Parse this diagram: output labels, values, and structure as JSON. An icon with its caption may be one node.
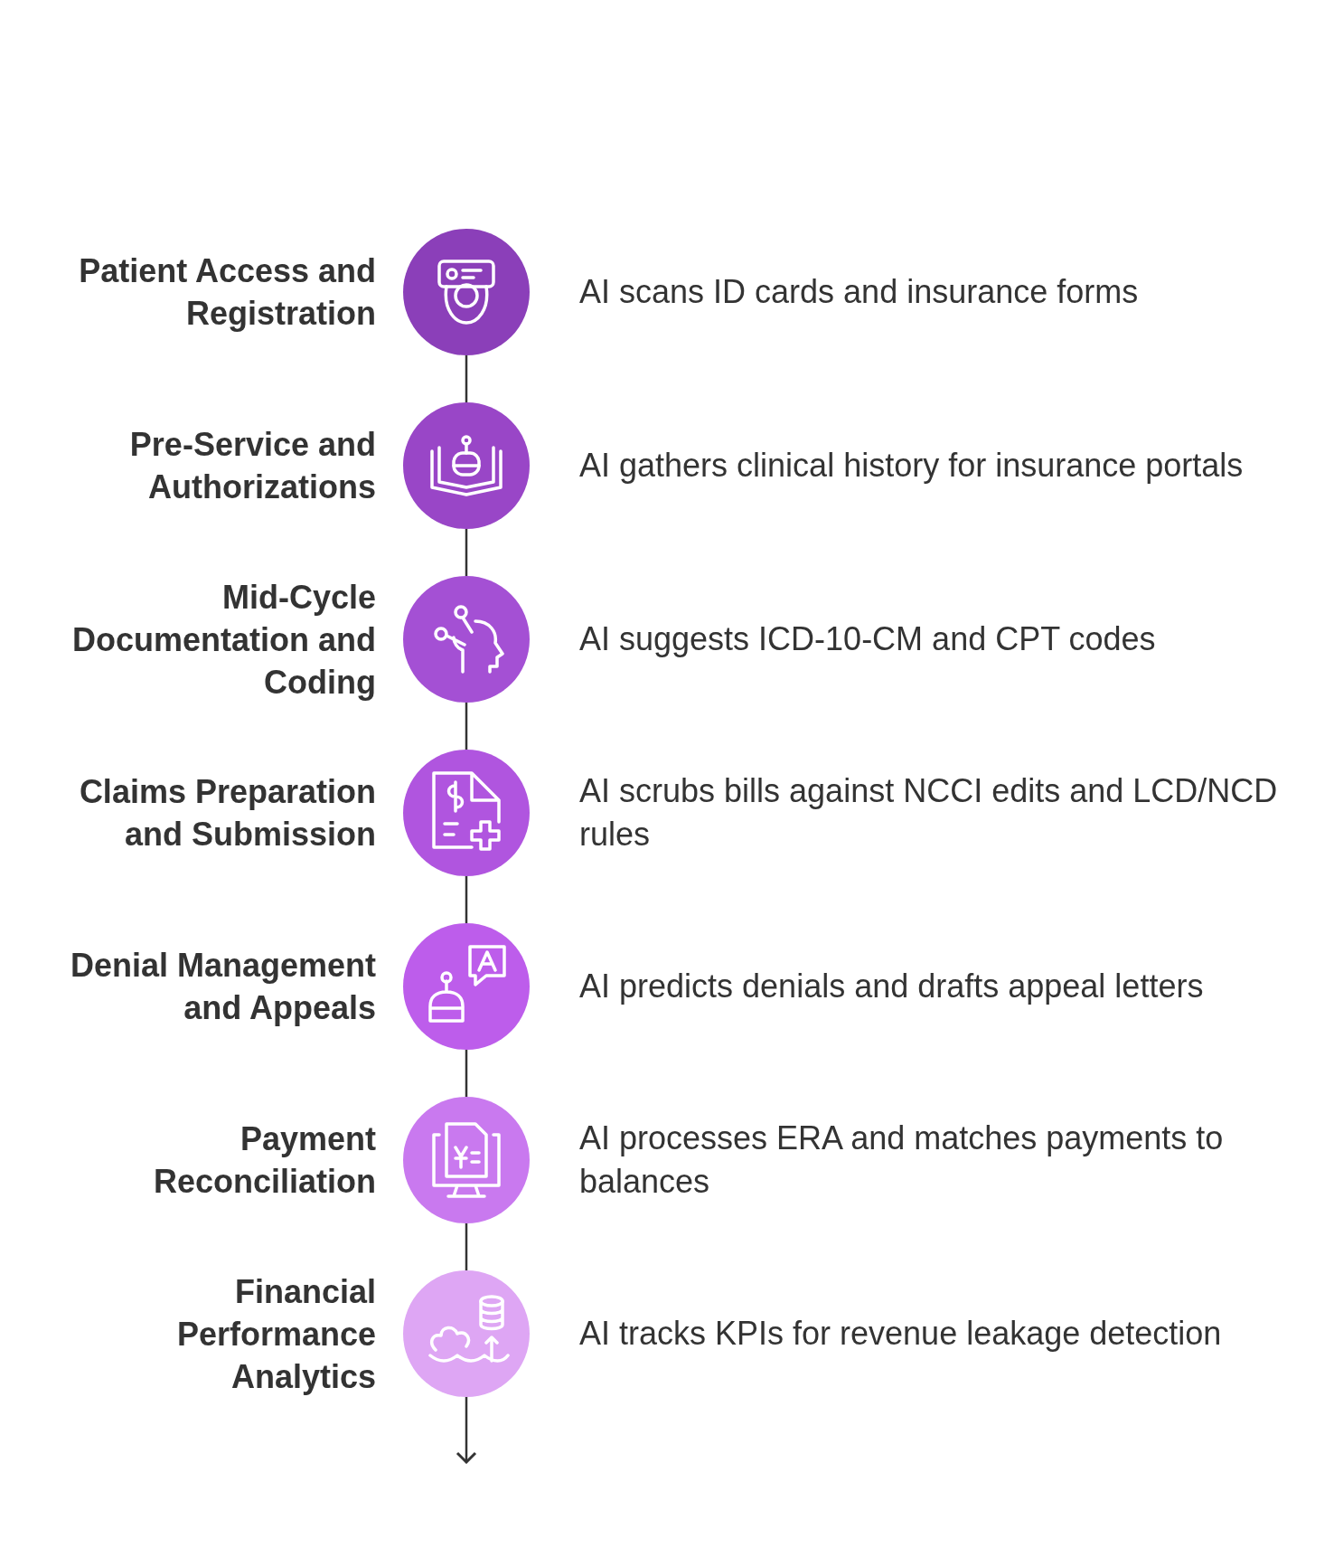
{
  "diagram": {
    "nodes": [
      {
        "text": [
          "Patient Access and Registration"
        ],
        "beside": [
          "AI scans ID cards and insurance forms"
        ]
      },
      {
        "text": [
          "Pre-Service and Authorizations"
        ],
        "beside": [
          "AI gathers clinical history for insurance portals"
        ]
      },
      {
        "text": [
          "Mid-Cycle Documentation and Coding"
        ],
        "beside": [
          "AI suggests ICD-10-CM and CPT codes"
        ]
      },
      {
        "text": [
          "Claims Preparation and Submission"
        ],
        "beside": [
          "AI scrubs bills against NCCI edits and LCD/NCD rules"
        ]
      },
      {
        "text": [
          "Denial Management and Appeals"
        ],
        "beside": [
          "AI predicts denials and drafts appeal letters"
        ]
      },
      {
        "text": [
          "Payment Reconciliation"
        ],
        "beside": [
          "AI processes ERA and matches payments to balances"
        ]
      },
      {
        "text": [
          "Financial Performance Analytics"
        ],
        "beside": [
          "AI tracks KPIs for revenue leakage detection"
        ]
      }
    ],
    "edges": [
      {
        "from": 0,
        "to": 1,
        "arrow": "none"
      },
      {
        "from": 1,
        "to": 2,
        "arrow": "none"
      },
      {
        "from": 2,
        "to": 3,
        "arrow": "none"
      },
      {
        "from": 3,
        "to": 4,
        "arrow": "none"
      },
      {
        "from": 4,
        "to": 5,
        "arrow": "none"
      },
      {
        "from": 5,
        "to": 6,
        "arrow": "none"
      },
      {
        "from": 6,
        "to": null,
        "arrow": "to"
      }
    ]
  }
}
